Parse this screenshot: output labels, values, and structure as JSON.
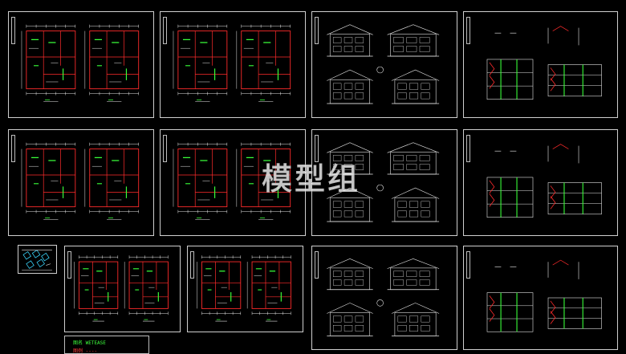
{
  "canvas": {
    "background": "#000000"
  },
  "colors": {
    "frame": "#cfcfcf",
    "white_line": "#e8e8e8",
    "red_line": "#ff2b2b",
    "green_line": "#39ff39",
    "cyan_line": "#3ad7ff"
  },
  "watermark": {
    "text": "模型组"
  },
  "legend": {
    "line1": "图名  WETEASE",
    "line2": "图例  ----"
  },
  "sheets": [
    {
      "id": "sheet-r1c1",
      "type": "plan-pair"
    },
    {
      "id": "sheet-r1c2",
      "type": "plan-pair"
    },
    {
      "id": "sheet-r1c3",
      "type": "elevations"
    },
    {
      "id": "sheet-r1c4",
      "type": "sections"
    },
    {
      "id": "sheet-r2c1",
      "type": "plan-pair"
    },
    {
      "id": "sheet-r2c2",
      "type": "plan-pair"
    },
    {
      "id": "sheet-r2c3",
      "type": "elevations"
    },
    {
      "id": "sheet-r2c4",
      "type": "sections"
    },
    {
      "id": "sheet-r3c1",
      "type": "plan-pair"
    },
    {
      "id": "sheet-r3c2",
      "type": "plan-pair"
    },
    {
      "id": "sheet-r3c3",
      "type": "elevations"
    },
    {
      "id": "sheet-r3c4",
      "type": "sections"
    }
  ]
}
